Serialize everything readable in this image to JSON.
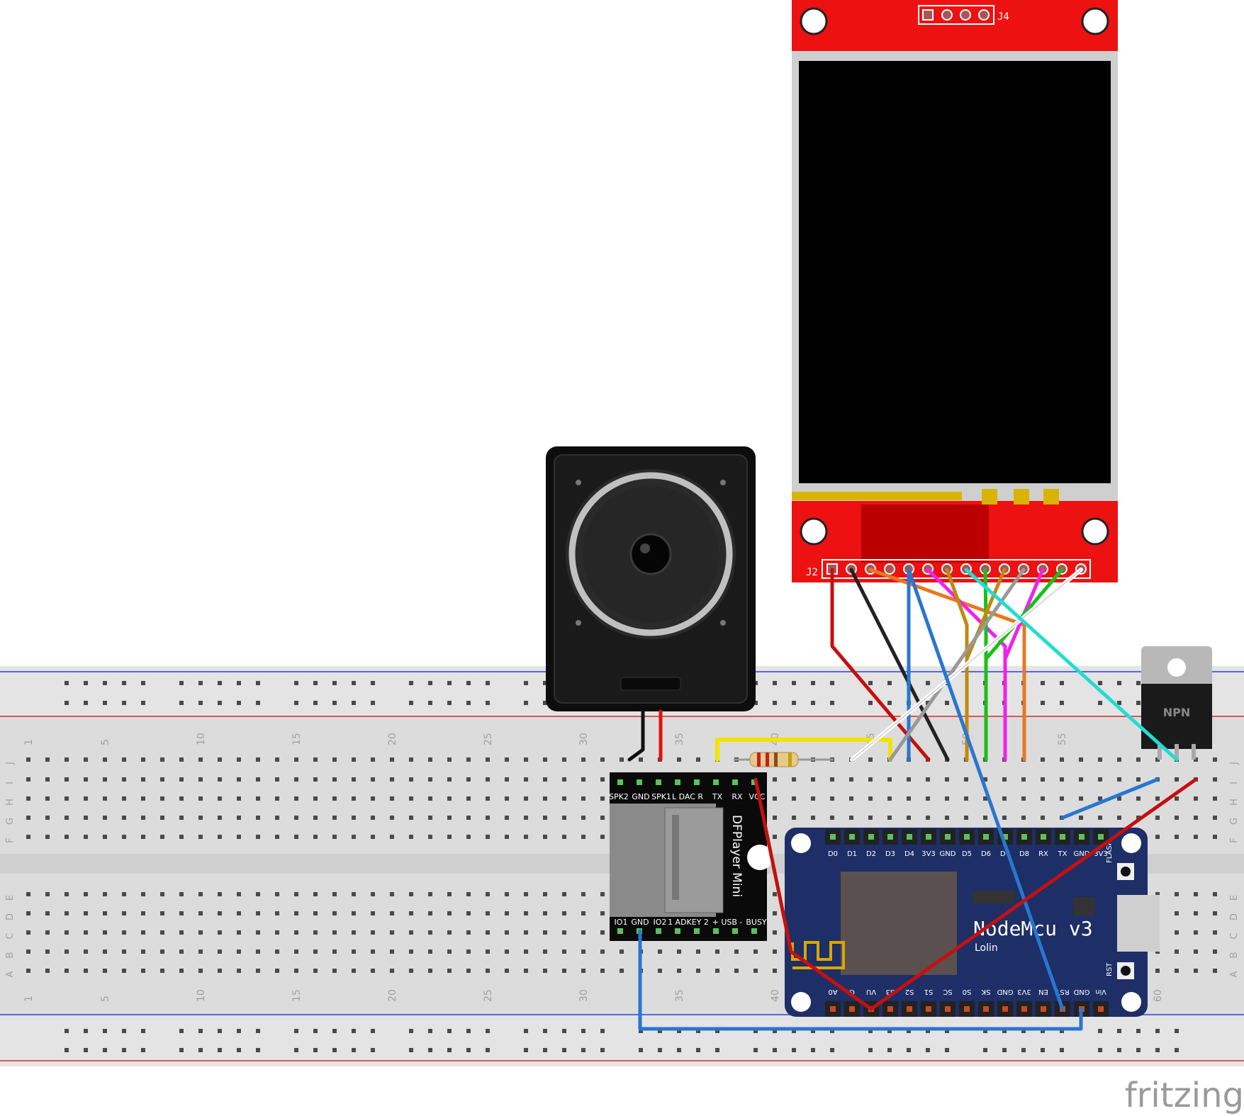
{
  "breadboard": {
    "column_numbers": [
      "1",
      "5",
      "10",
      "15",
      "20",
      "25",
      "30",
      "35",
      "40",
      "45",
      "50",
      "55",
      "60"
    ],
    "row_letters_top": [
      "J",
      "I",
      "H",
      "G",
      "F"
    ],
    "row_letters_bottom": [
      "E",
      "D",
      "C",
      "B",
      "A"
    ]
  },
  "tft_display": {
    "header_top_label": "J4",
    "header_bottom_label": "J2"
  },
  "dfplayer": {
    "title": "DFPlayer Mini",
    "top_pins": [
      "SPK2",
      "GND",
      "SPK1",
      "L DAC R",
      "TX",
      "RX",
      "VCC"
    ],
    "bottom_pins": [
      "IO1",
      "GND",
      "IO2",
      "1 ADKEY 2",
      "+ USB -",
      "BUSY"
    ]
  },
  "nodemcu": {
    "title": "NodeMcu v3",
    "subtitle": "Lolin",
    "top_pins": [
      "D0",
      "D1",
      "D2",
      "D3",
      "D4",
      "3V3",
      "GND",
      "D5",
      "D6",
      "D7",
      "D8",
      "RX",
      "TX",
      "GND",
      "3V3"
    ],
    "bottom_pins": [
      "A0",
      "G",
      "VU",
      "S3",
      "S2",
      "S1",
      "SC",
      "S0",
      "SK",
      "GND",
      "3V3",
      "EN",
      "RST",
      "GND",
      "Vin"
    ],
    "flash_label": "FLASH",
    "rst_label": "RST"
  },
  "transistor": {
    "label": "NPN"
  },
  "logo": {
    "text": "fritzing"
  },
  "colors": {
    "breadboard": "#dcdcdc",
    "rail_red": "#d42b2b",
    "rail_blue": "#2b3fd4",
    "tft_red": "#ee1111",
    "nodemcu_blue": "#1e2e66",
    "wire_red": "#c41010",
    "wire_blue": "#2876d0",
    "wire_yellow": "#f0e400",
    "wire_green": "#18c018",
    "wire_magenta": "#ee22ee",
    "wire_orange": "#e87820",
    "wire_cyan": "#22ddd0"
  }
}
